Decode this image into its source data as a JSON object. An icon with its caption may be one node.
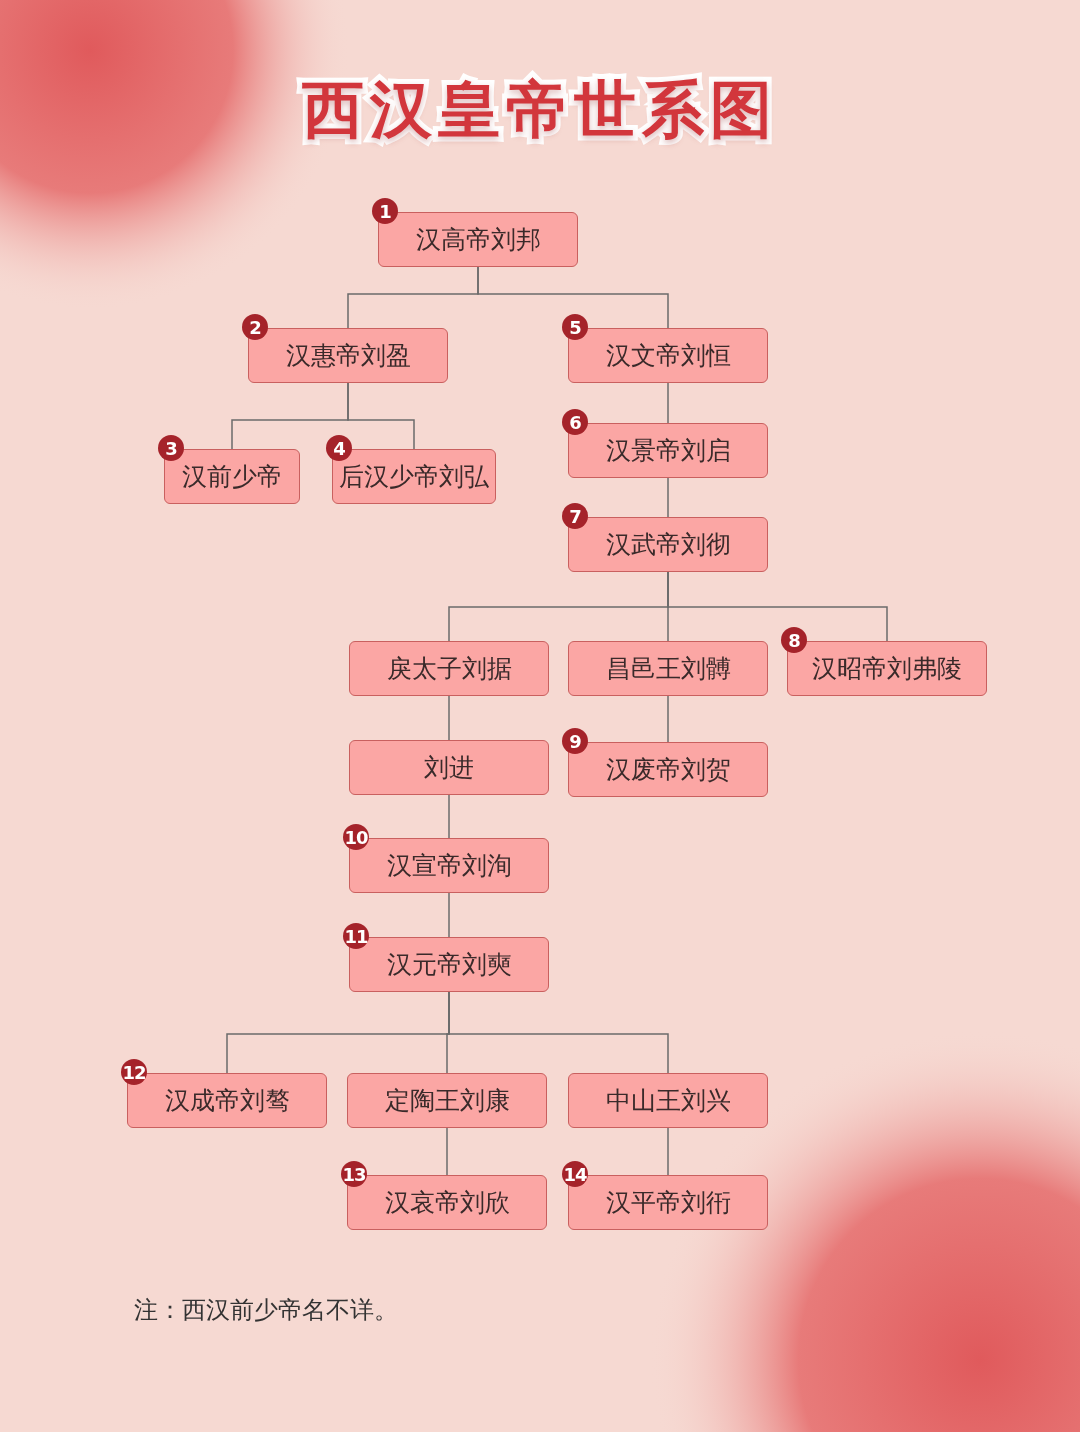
{
  "diagram": {
    "title": "西汉皇帝世系图",
    "nodes": [
      {
        "text": [
          "汉高帝刘邦"
        ],
        "beside": [
          "1"
        ]
      },
      {
        "text": [
          "汉惠帝刘盈"
        ],
        "beside": [
          "2"
        ]
      },
      {
        "text": [
          "汉文帝刘恒"
        ],
        "beside": [
          "5"
        ]
      },
      {
        "text": [
          "汉前少帝"
        ],
        "beside": [
          "3"
        ]
      },
      {
        "text": [
          "后汉少帝刘弘"
        ],
        "beside": [
          "4"
        ]
      },
      {
        "text": [
          "汉景帝刘启"
        ],
        "beside": [
          "6"
        ]
      },
      {
        "text": [
          "汉武帝刘彻"
        ],
        "beside": [
          "7"
        ]
      },
      {
        "text": [
          "戾太子刘据"
        ]
      },
      {
        "text": [
          "昌邑王刘髆"
        ]
      },
      {
        "text": [
          "汉昭帝刘弗陵"
        ],
        "beside": [
          "8"
        ]
      },
      {
        "text": [
          "刘进"
        ]
      },
      {
        "text": [
          "汉废帝刘贺"
        ],
        "beside": [
          "9"
        ]
      },
      {
        "text": [
          "汉宣帝刘洵"
        ],
        "beside": [
          "10"
        ]
      },
      {
        "text": [
          "汉元帝刘奭"
        ],
        "beside": [
          "11"
        ]
      },
      {
        "text": [
          "汉成帝刘骜"
        ],
        "beside": [
          "12"
        ]
      },
      {
        "text": [
          "定陶王刘康"
        ]
      },
      {
        "text": [
          "中山王刘兴"
        ]
      },
      {
        "text": [
          "汉哀帝刘欣"
        ],
        "beside": [
          "13"
        ]
      },
      {
        "text": [
          "汉平帝刘衎"
        ],
        "beside": [
          "14"
        ]
      }
    ],
    "edges": [
      {
        "from": 0,
        "to": 1,
        "arrow": "none"
      },
      {
        "from": 0,
        "to": 2,
        "arrow": "none"
      },
      {
        "from": 1,
        "to": 3,
        "arrow": "none"
      },
      {
        "from": 1,
        "to": 4,
        "arrow": "none"
      },
      {
        "from": 2,
        "to": 5,
        "arrow": "none"
      },
      {
        "from": 5,
        "to": 6,
        "arrow": "none"
      },
      {
        "from": 6,
        "to": 7,
        "arrow": "none"
      },
      {
        "from": 6,
        "to": 8,
        "arrow": "none"
      },
      {
        "from": 6,
        "to": 9,
        "arrow": "none"
      },
      {
        "from": 7,
        "to": 10,
        "arrow": "none"
      },
      {
        "from": 8,
        "to": 11,
        "arrow": "none"
      },
      {
        "from": 10,
        "to": 12,
        "arrow": "none"
      },
      {
        "from": 12,
        "to": 13,
        "arrow": "none"
      },
      {
        "from": 13,
        "to": 14,
        "arrow": "none"
      },
      {
        "from": 13,
        "to": 15,
        "arrow": "none"
      },
      {
        "from": 13,
        "to": 16,
        "arrow": "none"
      },
      {
        "from": 15,
        "to": 17,
        "arrow": "none"
      },
      {
        "from": 16,
        "to": 18,
        "arrow": "none"
      }
    ],
    "labels": [
      "注：西汉前少帝名不详。"
    ]
  }
}
